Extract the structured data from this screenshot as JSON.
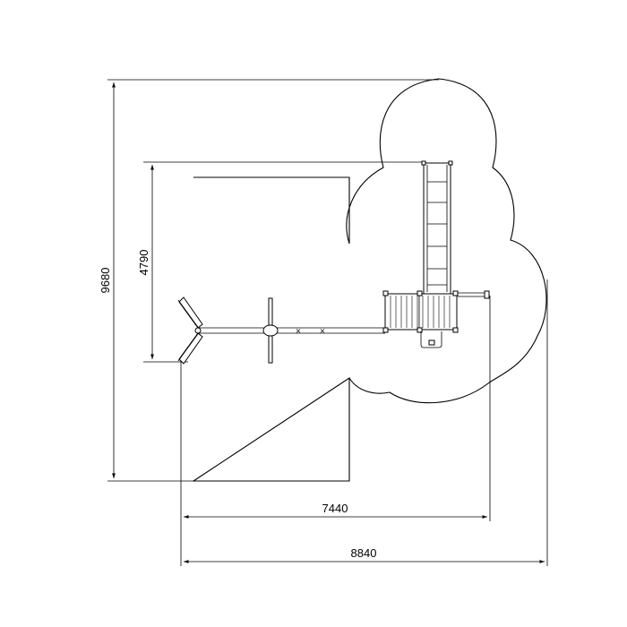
{
  "drawing": {
    "dimensions": {
      "overall_height": "9680",
      "area_height": "4790",
      "area_width": "7440",
      "overall_width": "8840"
    }
  }
}
